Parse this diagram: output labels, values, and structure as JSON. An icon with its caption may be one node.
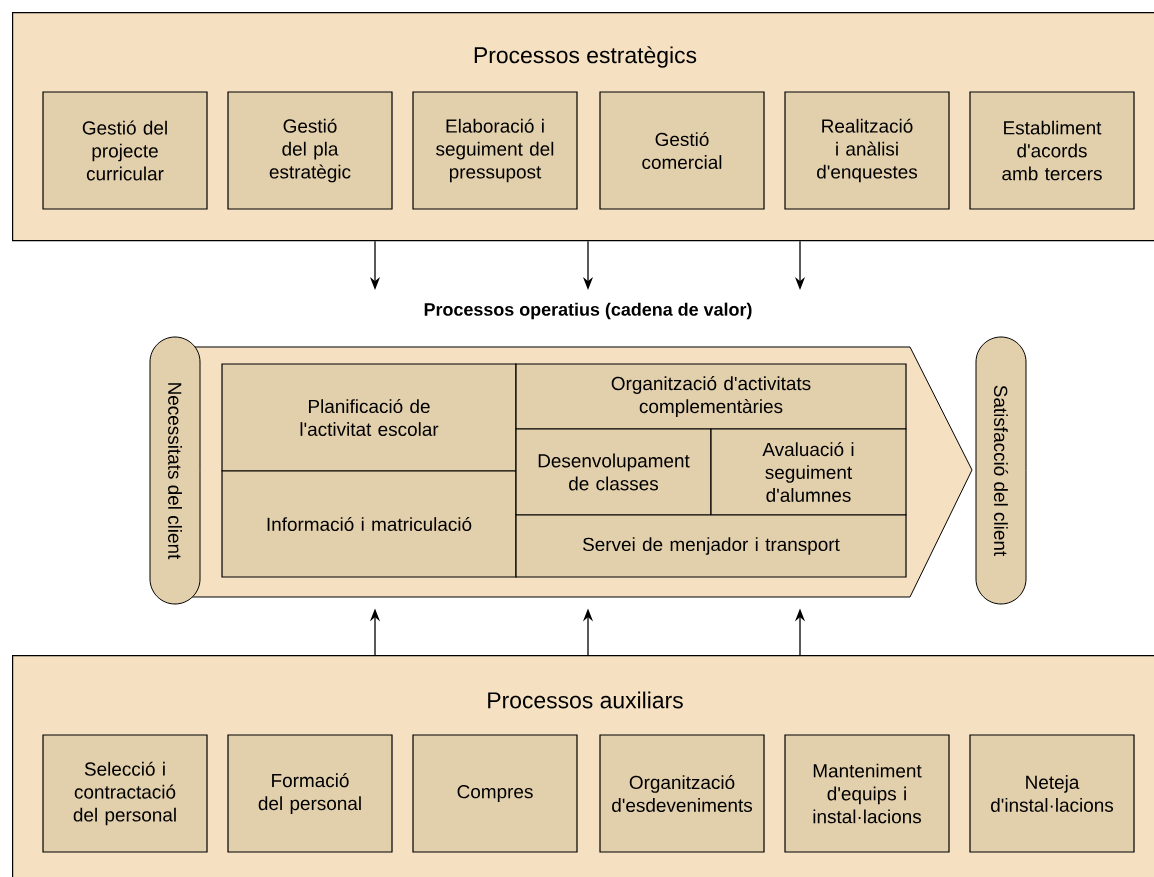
{
  "diagram": {
    "nodes": [
      {
        "text": [
          "Processos estratègics"
        ]
      },
      {
        "text": [
          "Gestió del projecte curricular"
        ],
        "in": 0
      },
      {
        "text": [
          "Gestió del pla estratègic"
        ],
        "in": 0
      },
      {
        "text": [
          "Elaboració i seguiment del pressupost"
        ],
        "in": 0
      },
      {
        "text": [
          "Gestió comercial"
        ],
        "in": 0
      },
      {
        "text": [
          "Realització i anàlisi d'enquestes"
        ],
        "in": 0
      },
      {
        "text": [
          "Establiment d'acords amb tercers"
        ],
        "in": 0
      },
      {
        "text": [
          "Processos operatius (cadena de valor)"
        ]
      },
      {
        "text": [
          "Necessitats del client"
        ]
      },
      {
        "text": [
          "Satisfacció del client"
        ]
      },
      {
        "text": [
          "Planificació de l'activitat escolar"
        ],
        "in": 7
      },
      {
        "text": [
          "Informació i matriculació"
        ],
        "in": 7
      },
      {
        "text": [
          "Organització d'activitats complementàries"
        ],
        "in": 7
      },
      {
        "text": [
          "Desenvolupament de classes"
        ],
        "in": 7
      },
      {
        "text": [
          "Avaluació i seguiment d'alumnes"
        ],
        "in": 7
      },
      {
        "text": [
          "Servei de menjador i transport"
        ],
        "in": 7
      },
      {
        "text": [
          "Processos auxiliars"
        ]
      },
      {
        "text": [
          "Selecció i contractació del personal"
        ],
        "in": 16
      },
      {
        "text": [
          "Formació del personal"
        ],
        "in": 16
      },
      {
        "text": [
          "Compres"
        ],
        "in": 16
      },
      {
        "text": [
          "Organització d'esdeveniments"
        ],
        "in": 16
      },
      {
        "text": [
          "Manteniment d'equips i instal·lacions"
        ],
        "in": 16
      },
      {
        "text": [
          "Neteja d'instal·lacions"
        ],
        "in": 16
      }
    ],
    "edges": [
      {
        "from": 0,
        "to": 7,
        "arrow": "to"
      },
      {
        "from": 0,
        "to": 7,
        "arrow": "to"
      },
      {
        "from": 0,
        "to": 7,
        "arrow": "to"
      },
      {
        "from": 16,
        "to": 7,
        "arrow": "to"
      },
      {
        "from": 16,
        "to": 7,
        "arrow": "to"
      },
      {
        "from": 16,
        "to": 7,
        "arrow": "to"
      }
    ]
  }
}
